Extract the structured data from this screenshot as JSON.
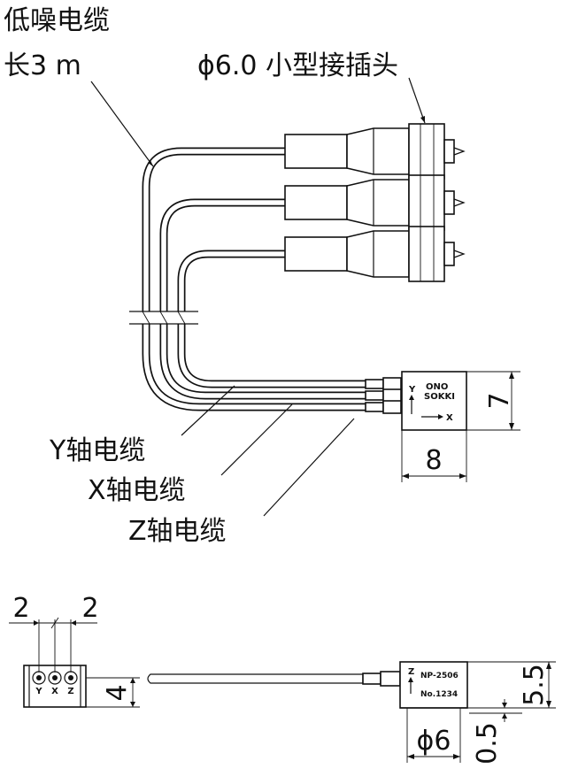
{
  "labels": {
    "cable_name": "低噪电缆",
    "cable_length": "长3 m",
    "connector": "ϕ6.0 小型接插头",
    "y_cable": "Y轴电缆",
    "x_cable": "X轴电缆",
    "z_cable": "Z轴电缆"
  },
  "sensor_top": {
    "brand_line1": "ONO",
    "brand_line2": "SOKKI",
    "axis_y": "Y",
    "axis_x": "X"
  },
  "sensor_side": {
    "axis_z": "Z",
    "model": "NP-2506",
    "serial": "No.1234"
  },
  "end_view": {
    "pins": [
      "Y",
      "X",
      "Z"
    ]
  },
  "dimensions": {
    "height_top": "7",
    "width_top": "8",
    "pin_pitch_left": "2",
    "pin_pitch_right": "2",
    "end_height": "4",
    "side_height": "5.5",
    "side_diameter": "ϕ6",
    "base_offset": "0.5"
  }
}
